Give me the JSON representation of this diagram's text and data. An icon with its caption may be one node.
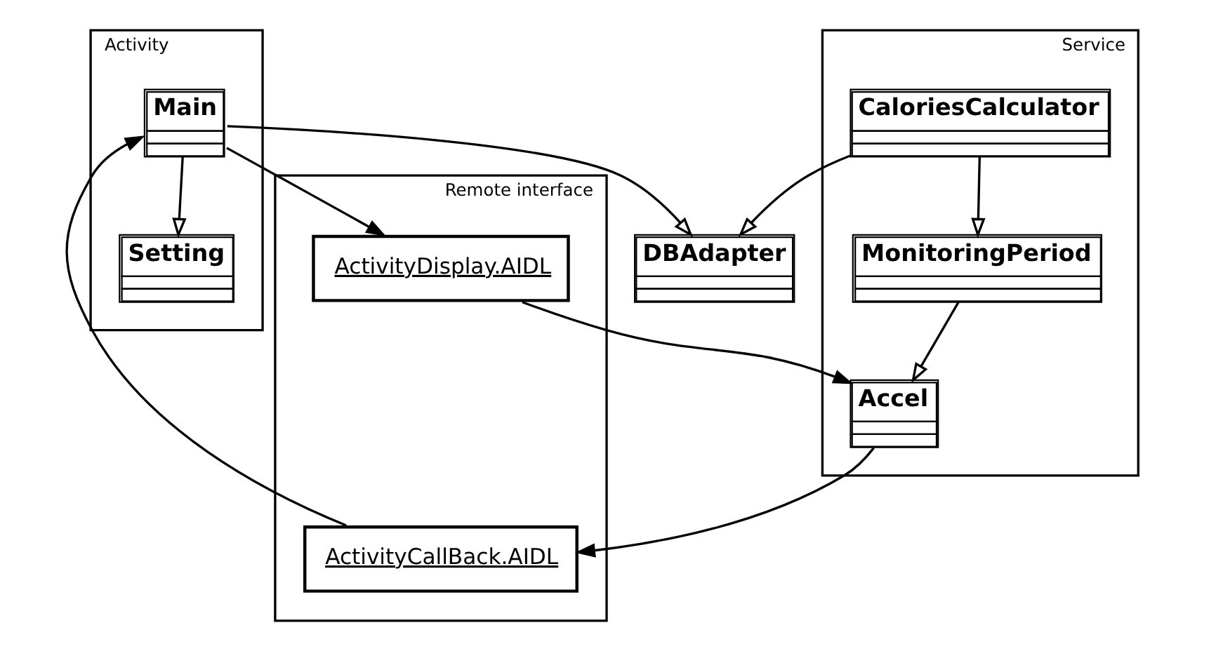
{
  "diagram": {
    "nodes": [
      {
        "text": [
          "DBAdapter"
        ]
      },
      {
        "text": [
          "Activity"
        ]
      },
      {
        "text": [
          "Main"
        ],
        "in": 1
      },
      {
        "text": [
          "Setting"
        ],
        "in": 1
      },
      {
        "text": [
          "Remote interface"
        ]
      },
      {
        "text": [
          "ActivityCallBack.AIDL"
        ],
        "in": 4
      },
      {
        "text": [
          "ActivityDisplay.AIDL"
        ],
        "in": 4
      },
      {
        "text": [
          "Service"
        ]
      },
      {
        "text": [
          "CaloriesCalculator"
        ],
        "in": 7
      },
      {
        "text": [
          "Accel"
        ],
        "in": 7
      },
      {
        "text": [
          "MonitoringPeriod"
        ],
        "in": 7
      }
    ],
    "edges": [
      {
        "from": 2,
        "to": 0,
        "arrow": "to"
      },
      {
        "from": 8,
        "to": 0,
        "arrow": "to"
      },
      {
        "from": 2,
        "to": 3,
        "arrow": "to"
      },
      {
        "from": 5,
        "to": 2,
        "arrow": "to"
      },
      {
        "from": 2,
        "to": 6,
        "arrow": "to"
      },
      {
        "from": 6,
        "to": 9,
        "arrow": "to"
      },
      {
        "from": 9,
        "to": 5,
        "arrow": "to"
      },
      {
        "from": 8,
        "to": 10,
        "arrow": "to"
      },
      {
        "from": 10,
        "to": 9,
        "arrow": "to"
      }
    ]
  }
}
